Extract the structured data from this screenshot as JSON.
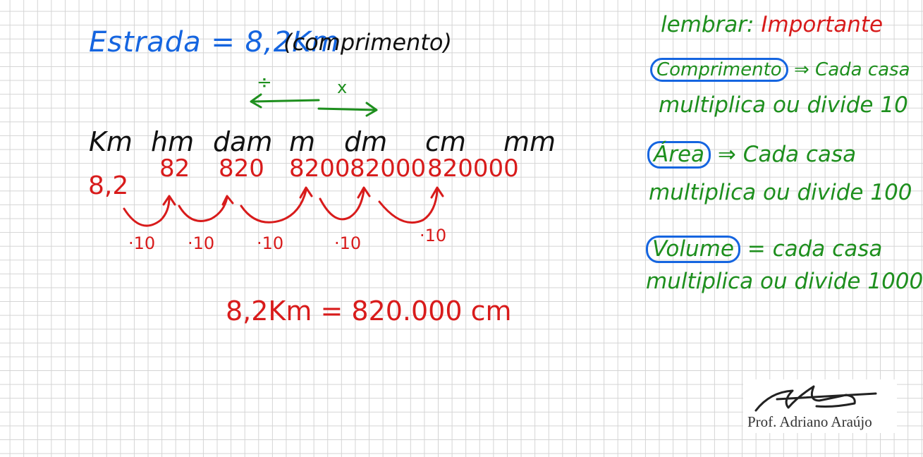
{
  "title": {
    "text": "Estrada = 8,2Km",
    "note": "(comprimento)"
  },
  "operations": {
    "divide": "÷",
    "multiply": "x"
  },
  "units": [
    "Km",
    "hm",
    "dam",
    "m",
    "dm",
    "cm",
    "mm"
  ],
  "values": [
    "8,2",
    "82",
    "820",
    "8200",
    "82000",
    "820000"
  ],
  "multipliers": [
    "·10",
    "·10",
    "·10",
    "·10",
    "·10"
  ],
  "result": "8,2Km = 820.000 cm",
  "reminders": {
    "heading_lead": "lembrar:",
    "heading_key": "Importante",
    "items": [
      {
        "keyword": "Comprimento",
        "line1": "⇒ Cada casa",
        "line2": "multiplica ou divide 10"
      },
      {
        "keyword": "Área",
        "line1": "⇒ Cada casa",
        "line2": "multiplica ou divide 100"
      },
      {
        "keyword": "Volume",
        "line1": "= cada casa",
        "line2": "multiplica ou divide 1000"
      }
    ]
  },
  "signature": {
    "name": "Prof. Adriano Araújo"
  },
  "colors": {
    "blue_ink": "#1565e0",
    "black_ink": "#111111",
    "red_ink": "#d81b1b",
    "green_ink": "#1e8f1e",
    "grid": "#d4d4d4"
  }
}
